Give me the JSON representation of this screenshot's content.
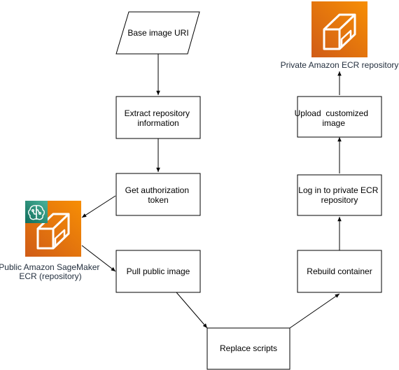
{
  "colors": {
    "ecr_orange_top": "#F78E04",
    "ecr_orange_bottom": "#D05C17",
    "sagemaker_green_top": "#4AB29A",
    "sagemaker_green_bottom": "#116D5B",
    "caption_text": "#232F3E"
  },
  "nodes": {
    "base_image_uri": "Base image URI",
    "extract_repository_information": [
      "Extract repository",
      "information"
    ],
    "get_authorization_token": [
      "Get authorization",
      "token"
    ],
    "pull_public_image": "Pull public image",
    "replace_scripts": "Replace scripts",
    "rebuild_container": "Rebuild container",
    "log_in_private_ecr": [
      "Log in to private ECR",
      "repository"
    ],
    "upload_customized_image": [
      "Upload  customized",
      "image"
    ]
  },
  "icons": {
    "public_ecr": {
      "icon": "sagemaker-ecr-icon",
      "caption": [
        "Public Amazon SageMaker",
        "ECR (repository)"
      ]
    },
    "private_ecr": {
      "icon": "ecr-icon",
      "caption": "Private Amazon ECR repository"
    }
  }
}
